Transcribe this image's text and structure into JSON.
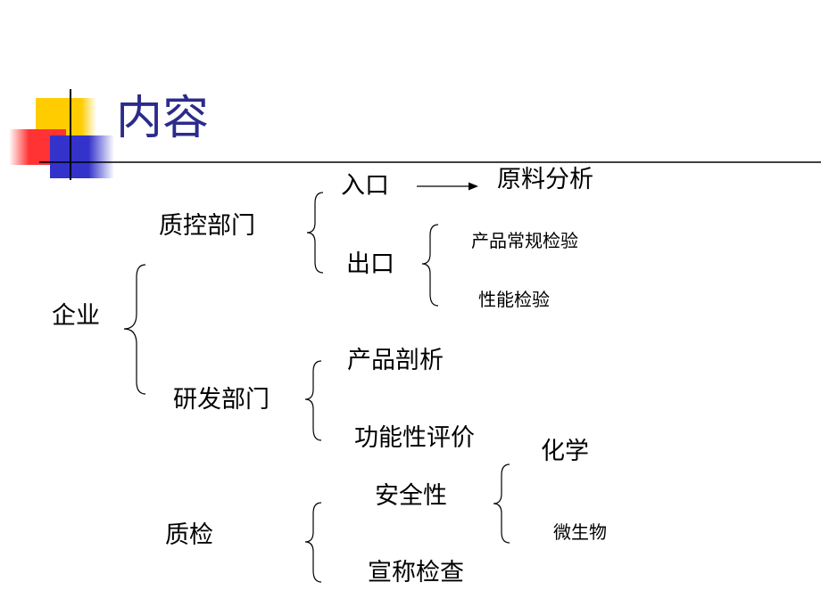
{
  "slide": {
    "title": "内容",
    "title_color": "#2B2B8C",
    "accent_yellow": "#FFCC00",
    "accent_red": "#FF3333",
    "accent_blue": "#3333CC",
    "rule_color": "#000000"
  },
  "tree": {
    "root": "企业",
    "qc": {
      "label": "质控部门",
      "inlet": "入口",
      "inlet_target": "原料分析",
      "outlet": "出口",
      "outlet_items": [
        "产品常规检验",
        "性能检验"
      ]
    },
    "rd": {
      "label": "研发部门",
      "items": [
        "产品剖析",
        "功能性评价"
      ]
    },
    "qi": {
      "label": "质检",
      "safety": "安全性",
      "safety_items": [
        "化学",
        "微生物"
      ],
      "claim": "宣称检查"
    }
  }
}
